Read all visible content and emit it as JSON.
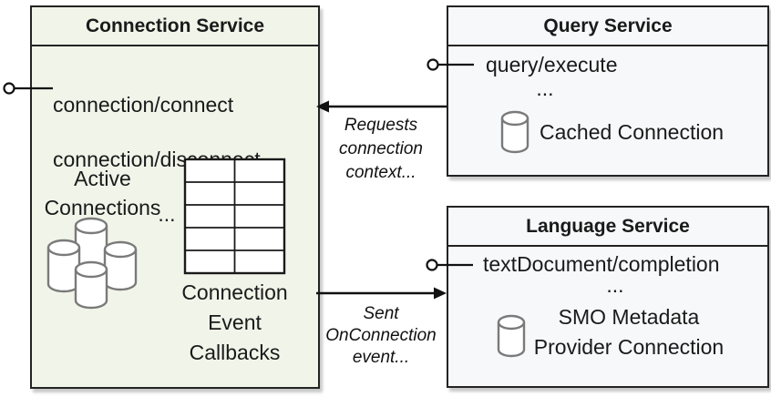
{
  "connection_service": {
    "title": "Connection Service",
    "methods": [
      "connection/connect",
      "connection/disconnect"
    ],
    "ellipsis": "...",
    "active_connections_label": "Active Connections",
    "callbacks_label": "Connection Event Callbacks"
  },
  "query_service": {
    "title": "Query Service",
    "methods": [
      "query/execute"
    ],
    "ellipsis": "...",
    "connection_label": "Cached Connection"
  },
  "language_service": {
    "title": "Language Service",
    "methods": [
      "textDocument/completion"
    ],
    "ellipsis": "...",
    "connection_label": "SMO Metadata Provider Connection"
  },
  "arrows": {
    "query_to_connection_label": "Requests connection context...",
    "connection_to_language_label": "Sent OnConnection event..."
  },
  "icons": {
    "database_cluster": "database-cluster-icon",
    "database": "database-cylinder-icon",
    "callbacks_table": "callbacks-table-grid-icon",
    "interface": "provided-interface-lollipop-icon"
  },
  "colors": {
    "connection_box_fill": "#f1f4e9",
    "service_box_fill": "#f7f8f9",
    "border": "#232323",
    "text": "#1a1a1a",
    "cylinder_stroke": "#7a7a7a",
    "arrow": "#111111"
  }
}
